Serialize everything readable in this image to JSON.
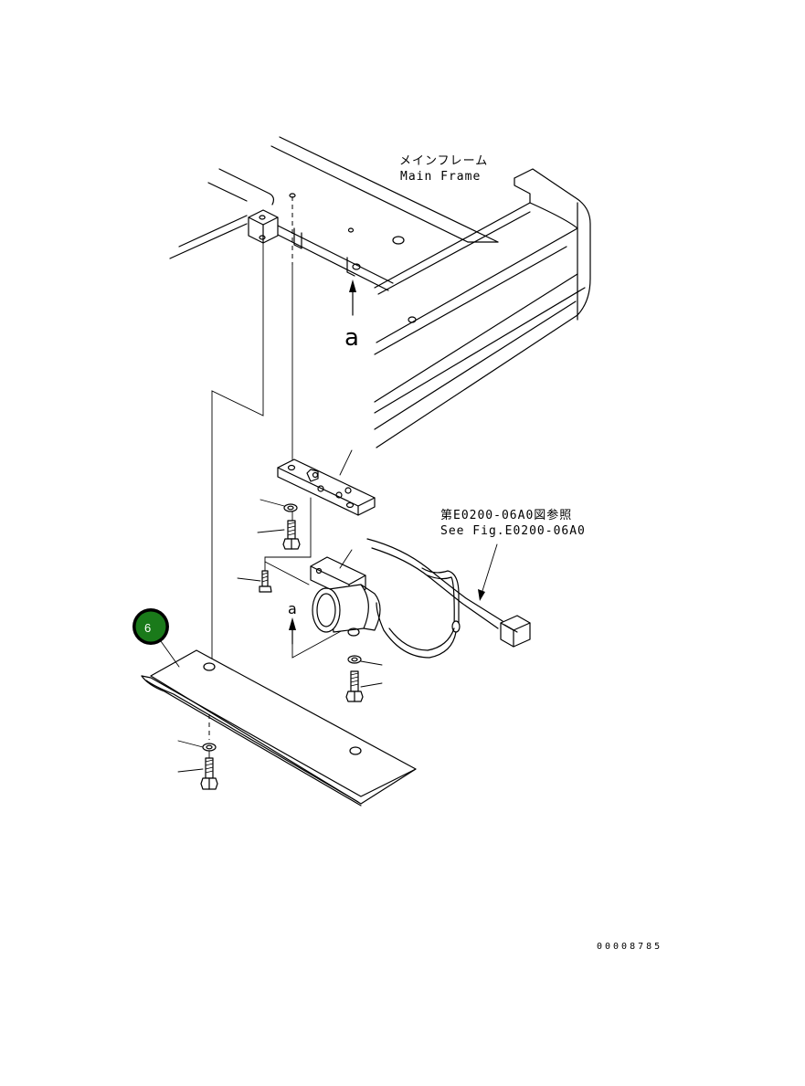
{
  "labels": {
    "main_frame_jp": "メインフレーム",
    "main_frame_en": "Main Frame",
    "view_a_top": "a",
    "view_a_bottom": "a",
    "see_fig_jp": "第E0200-06A0図参照",
    "see_fig_en": "See Fig.E0200-06A0",
    "drawing_id": "00008785"
  },
  "balloon": {
    "number": "6",
    "color": "#1a7a1a"
  }
}
